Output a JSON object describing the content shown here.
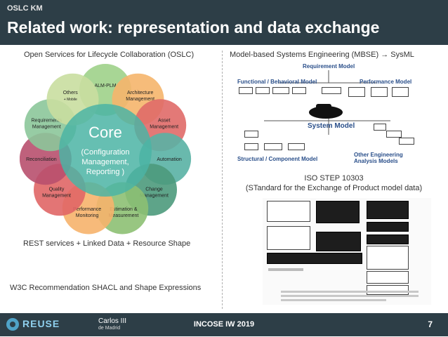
{
  "header": {
    "kicker": "OSLC KM",
    "title": "Related work: representation and data exchange"
  },
  "left": {
    "subtitle": "Open Services for Lifecycle Collaboration  (OSLC)",
    "core": {
      "title": "Core",
      "line1": "(Configuration",
      "line2": "Management,",
      "line3": "Reporting )"
    },
    "petals": [
      {
        "label": "ALM-PLM",
        "color": "#9fd18a"
      },
      {
        "label": "Architecture Management",
        "color": "#f5b56b"
      },
      {
        "label": "Asset Management",
        "color": "#e06a68"
      },
      {
        "label": "Automation",
        "color": "#59b1a4"
      },
      {
        "label": "Change Management",
        "color": "#4d9a7c"
      },
      {
        "label": "Estimation & Measurement",
        "color": "#8dc073"
      },
      {
        "label": "Performance Monitoring",
        "color": "#f6b26b"
      },
      {
        "label": "Quality Management",
        "color": "#e06666"
      },
      {
        "label": "Reconciliation",
        "color": "#b8506e"
      },
      {
        "label": "Requirements Management",
        "color": "#8cc79a"
      },
      {
        "label": "Others",
        "sub": "+ Mobile",
        "color": "#c9dea0"
      }
    ],
    "bottom1": "REST services + Linked Data + Resource Shape",
    "bottom2": "W3C Recommendation SHACL and Shape Expressions"
  },
  "right": {
    "subtitle": "Model-based Systems Engineering (MBSE) → SysML",
    "mbse": {
      "requirement": "Requirement Model",
      "functional": "Functional / Behavioral Model",
      "performance": "Performance Model",
      "system": "System Model",
      "structural": "Structural / Component Model",
      "other": "Other Engineering Analysis Models"
    },
    "step_title": "ISO STEP 10303",
    "step_sub": "(STandard for the Exchange of Product model data)"
  },
  "footer": {
    "center": "INCOSE IW 2019",
    "page": "7",
    "logo1": "REUSE",
    "logo2a": "Carlos III",
    "logo2b": "de Madrid"
  }
}
